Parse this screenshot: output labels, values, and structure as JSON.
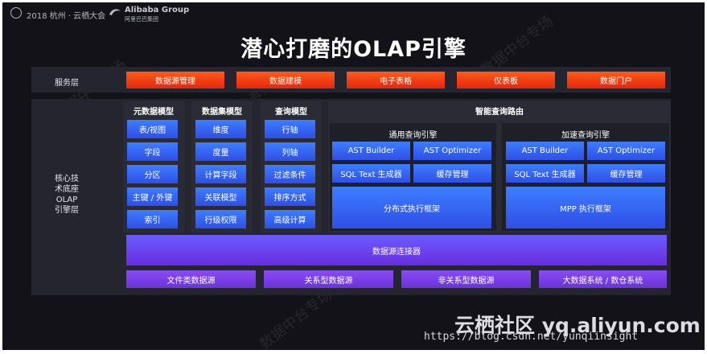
{
  "header": {
    "event": "2018 杭州 · 云栖大会",
    "brand": "Alibaba Group",
    "brand_sub": "阿里巴巴集团"
  },
  "title": "潜心打磨的OLAP引擎",
  "service_layer": {
    "label": "服务层",
    "items": [
      "数据源管理",
      "数据建模",
      "电子表格",
      "仪表板",
      "数据门户"
    ]
  },
  "core": {
    "label_lines": [
      "核心技",
      "术底座",
      "OLAP",
      "引擎层"
    ],
    "dataset_model": {
      "title": "元数据模型",
      "items": [
        "表/视图",
        "字段",
        "分区",
        "主键 / 外键",
        "索引"
      ]
    },
    "cube_model": {
      "title": "数据集模型",
      "items": [
        "维度",
        "度量",
        "计算字段",
        "关联模型",
        "行级权限"
      ]
    },
    "query_model": {
      "title": "查询模型",
      "items": [
        "行轴",
        "列轴",
        "过滤条件",
        "排序方式",
        "高级计算"
      ]
    },
    "routing": {
      "title": "智能查询路由",
      "general": {
        "title": "通用查询引擎",
        "items": [
          "AST Builder",
          "AST Optimizer",
          "SQL Text 生成器",
          "缓存管理"
        ],
        "exec": "分布式执行框架"
      },
      "accel": {
        "title": "加速查询引擎",
        "items": [
          "AST Builder",
          "AST Optimizer",
          "SQL Text 生成器",
          "缓存管理"
        ],
        "exec": "MPP 执行框架"
      }
    },
    "connector": "数据源连接器",
    "sources": [
      "文件类数据源",
      "关系型数据源",
      "非关系型数据源",
      "大数据系统 / 数仓系统"
    ]
  },
  "watermark": "数据中台专场",
  "footer": {
    "site": "云栖社区 yq.aliyun.com",
    "url": "https://blog.csdn.net/yunqiinsight"
  },
  "colors": {
    "background": "#121218",
    "service_red": "#ff3a12",
    "module_blue": "#3d6cf5",
    "source_purple": "#7a40e8"
  }
}
